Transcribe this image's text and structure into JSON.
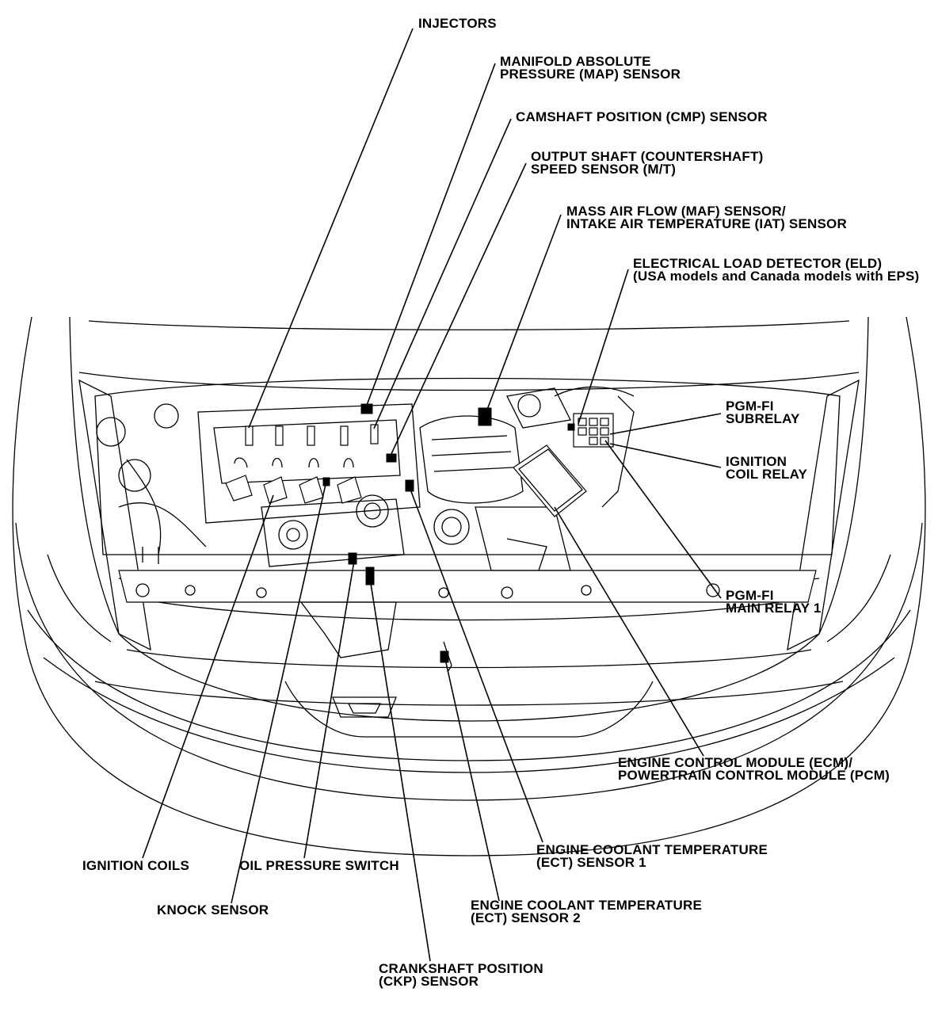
{
  "labels": {
    "injectors": [
      "INJECTORS"
    ],
    "map_sensor": [
      "MANIFOLD ABSOLUTE",
      "PRESSURE (MAP) SENSOR"
    ],
    "cmp_sensor": [
      "CAMSHAFT POSITION (CMP) SENSOR"
    ],
    "output_shaft": [
      "OUTPUT SHAFT (COUNTERSHAFT)",
      "SPEED SENSOR (M/T)"
    ],
    "maf_iat": [
      "MASS AIR FLOW (MAF) SENSOR/",
      "INTAKE AIR TEMPERATURE (IAT) SENSOR"
    ],
    "eld": [
      "ELECTRICAL LOAD DETECTOR (ELD)",
      "(USA models and Canada models with EPS)"
    ],
    "pgmfi_subrelay": [
      "PGM-FI",
      "SUBRELAY"
    ],
    "ignition_coil_relay": [
      "IGNITION",
      "COIL RELAY"
    ],
    "pgmfi_main_relay": [
      "PGM-FI",
      "MAIN RELAY 1"
    ],
    "ecm_pcm": [
      "ENGINE CONTROL MODULE (ECM)/",
      "POWERTRAIN CONTROL MODULE (PCM)"
    ],
    "ect1": [
      "ENGINE COOLANT TEMPERATURE",
      "(ECT) SENSOR 1"
    ],
    "ect2": [
      "ENGINE COOLANT TEMPERATURE",
      "(ECT) SENSOR 2"
    ],
    "ignition_coils": [
      "IGNITION COILS"
    ],
    "oil_pressure": [
      "OIL PRESSURE SWITCH"
    ],
    "knock_sensor": [
      "KNOCK SENSOR"
    ],
    "ckp_sensor": [
      "CRANKSHAFT POSITION",
      "(CKP) SENSOR"
    ]
  }
}
